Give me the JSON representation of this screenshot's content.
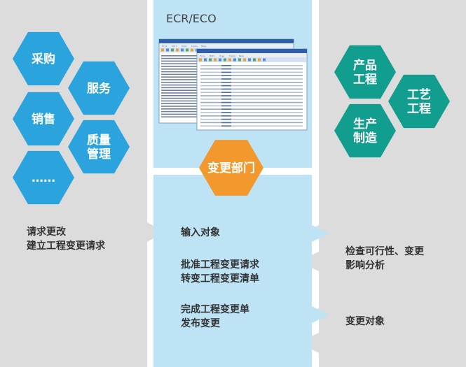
{
  "colors": {
    "panel_gray": "#dcdcdc",
    "panel_blue": "#bde3f5",
    "hex_blue": "#2ba3dc",
    "hex_teal": "#129e8e",
    "hex_orange": "#f3982c"
  },
  "center": {
    "title": "ECR/ECO",
    "dept": "变更部门",
    "steps": [
      [
        "输入对象"
      ],
      [
        "批准工程变更请求",
        "转变工程变更清单"
      ],
      [
        "完成工程变更单",
        "发布变更"
      ]
    ]
  },
  "left": {
    "hexes": [
      [
        "采购"
      ],
      [
        "服务"
      ],
      [
        "销售"
      ],
      [
        "质量",
        "管理"
      ],
      [
        "……"
      ]
    ],
    "request": [
      "请求更改",
      "建立工程变更请求"
    ]
  },
  "right": {
    "hexes": [
      [
        "产品",
        "工程"
      ],
      [
        "工艺",
        "工程"
      ],
      [
        "生产",
        "制造"
      ]
    ],
    "check": [
      "检查可行性、变更",
      "影响分析"
    ],
    "target": [
      "变更对象"
    ]
  },
  "screenshot": {
    "menu_items": [
      "File",
      "Edit",
      "View",
      "Tools",
      "Help"
    ]
  }
}
